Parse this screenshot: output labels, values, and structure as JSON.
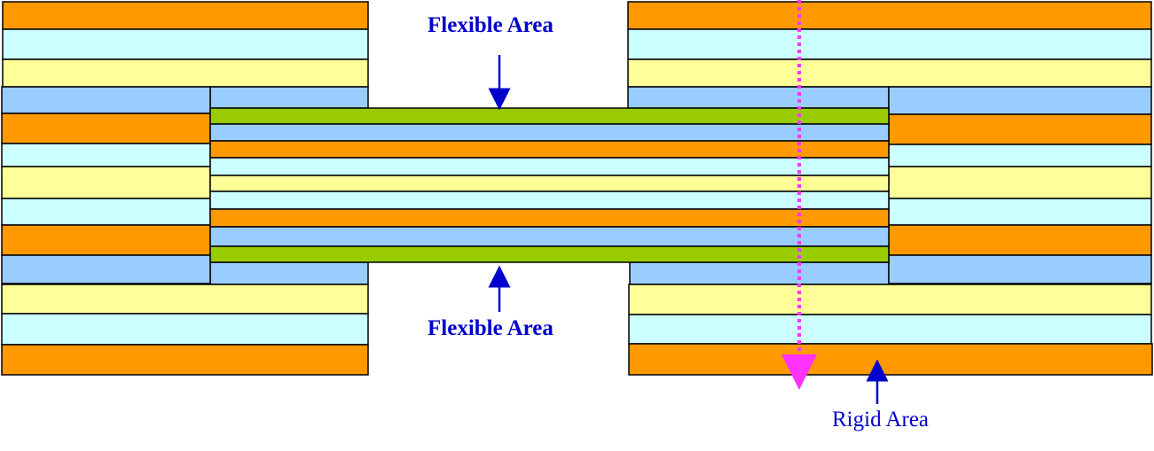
{
  "labels": {
    "flexible_top": "Flexible Area",
    "flexible_bottom": "Flexible Area",
    "rigid": "Rigid Area"
  },
  "layers": {
    "copper": "#ff9900",
    "substrate": "#ccffff",
    "prepreg": "#ffff99",
    "polyimide": "#99ccff",
    "coverlay": "#99cc00"
  },
  "colors": {
    "label": "#0000cc",
    "arrow": "#0000cc",
    "drill_line": "#ff33ff",
    "outline": "#000000"
  },
  "icons": {
    "arrow": "arrow-icon",
    "drill": "dotted-arrow-icon"
  }
}
